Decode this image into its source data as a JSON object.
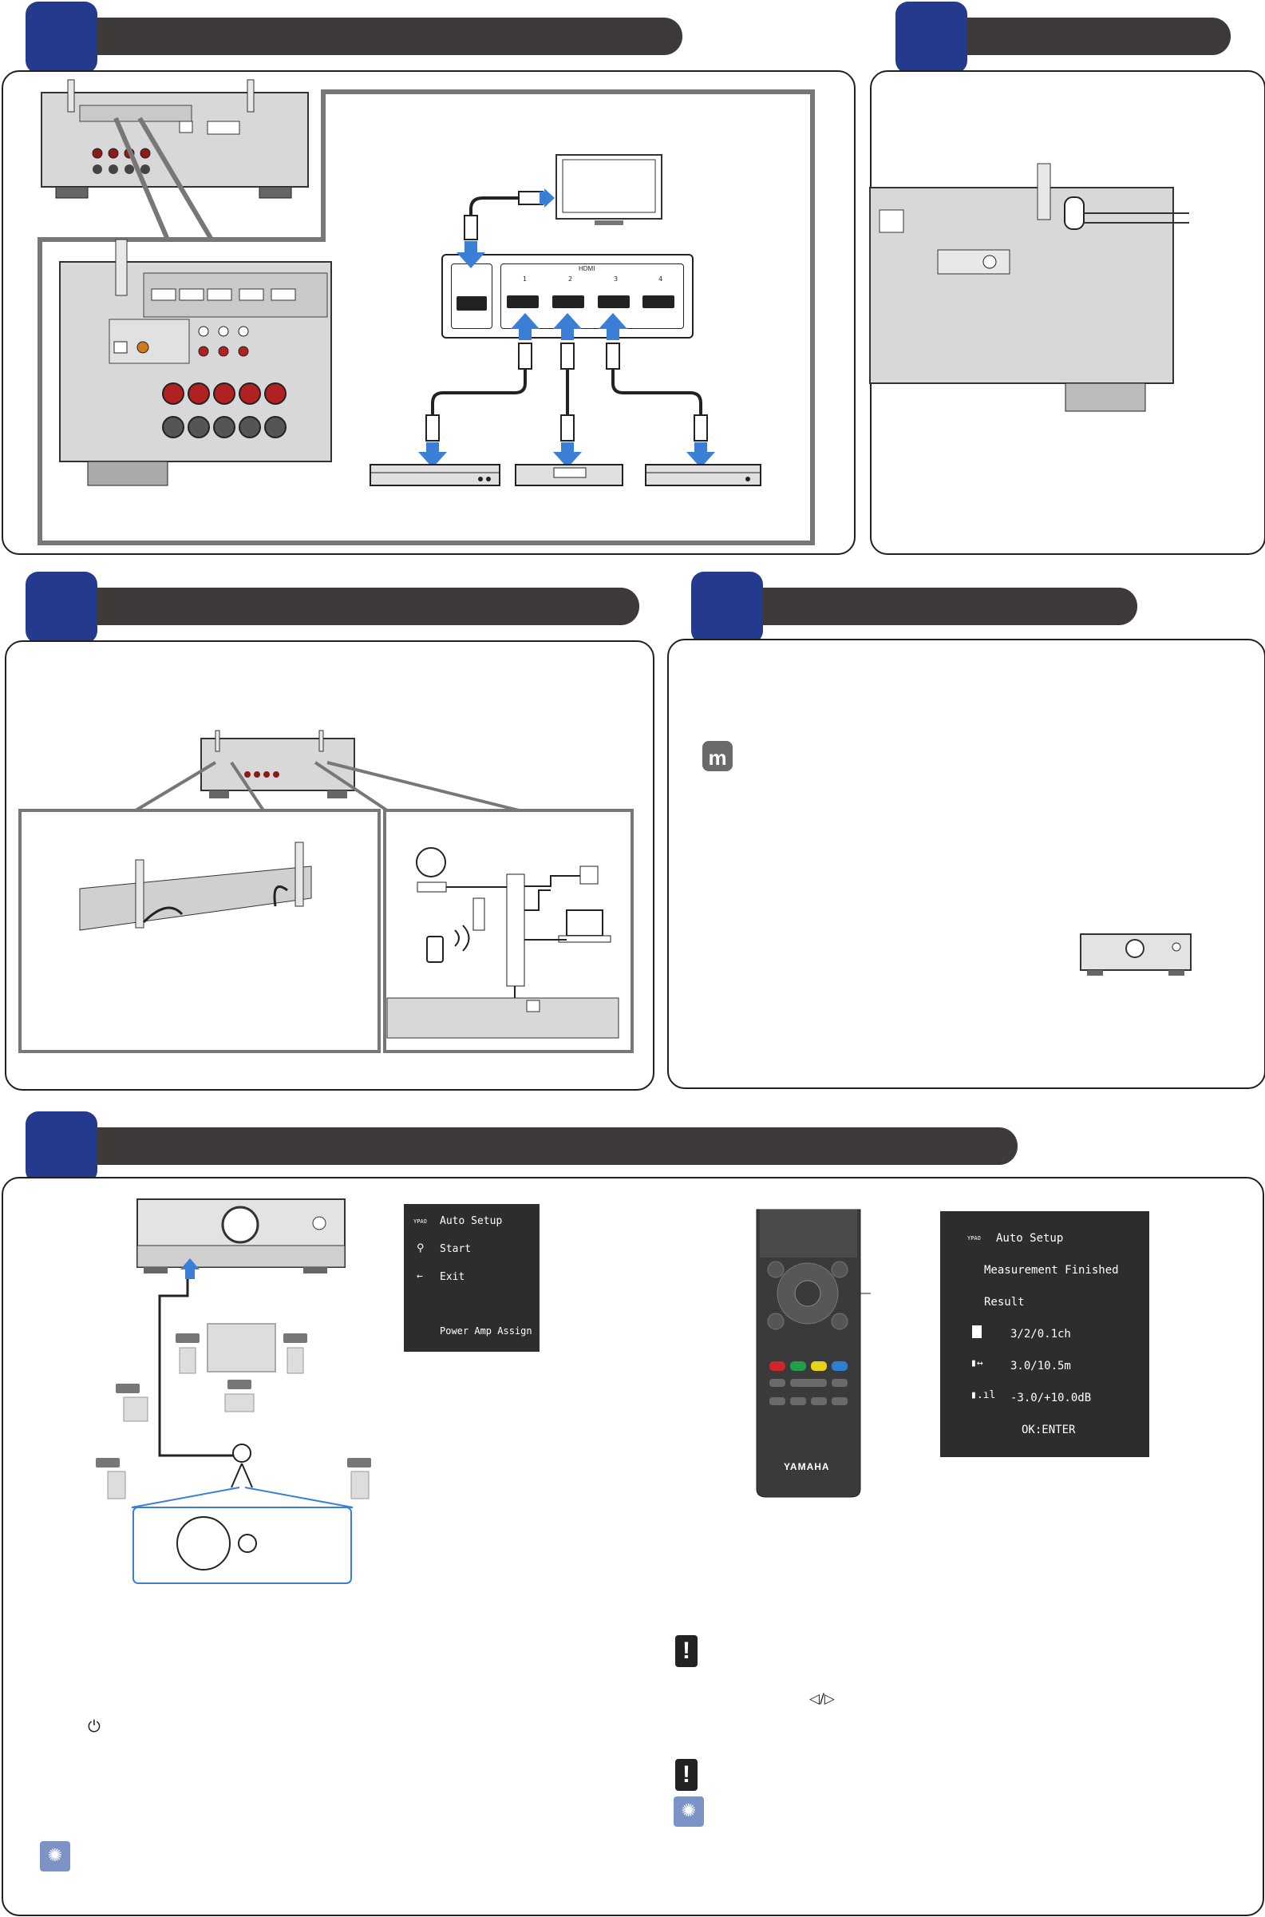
{
  "tv_panel": {
    "hdmi_label": "HDMI",
    "hdmi_numbers": [
      "1",
      "2",
      "3",
      "4"
    ]
  },
  "auto_setup_menu": {
    "logo": "YPAO",
    "title": "Auto Setup",
    "start": "Start",
    "exit": "Exit",
    "power_amp": "Power Amp Assign"
  },
  "result_screen": {
    "logo": "YPAO",
    "title": "Auto Setup",
    "status": "Measurement Finished",
    "result": "Result",
    "channels": "3/2/0.1ch",
    "distance": "3.0/10.5m",
    "level": "-3.0/+10.0dB",
    "ok": "OK:ENTER"
  },
  "remote": {
    "brand": "YAMAHA"
  },
  "note_cursor": "◁/▷",
  "icons": {
    "warning": "exclamation-icon",
    "tip": "lightbulb-icon",
    "power": "power-icon",
    "app": "musiccast-app-icon"
  },
  "colors": {
    "badge": "#243a8c",
    "bar": "#3e3a39",
    "arrow": "#3a7fd5",
    "screen": "#2e2c2d"
  }
}
